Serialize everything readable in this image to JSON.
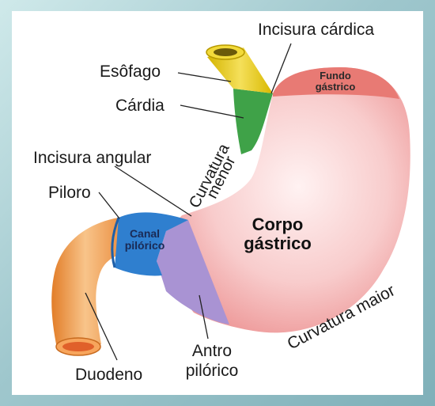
{
  "labels": {
    "esofago": "Esôfago",
    "cardia": "Cárdia",
    "incisura_cardica": "Incisura cárdica",
    "incisura_angular": "Incisura angular",
    "piloro": "Piloro",
    "duodeno": "Duodeno",
    "antro_line1": "Antro",
    "antro_line2": "pilórico",
    "curvatura_maior": "Curvatura maior",
    "curvatura_menor_line1": "Curvatura",
    "curvatura_menor_line2": "menor"
  },
  "regions": {
    "fundo_line1": "Fundo",
    "fundo_line2": "gástrico",
    "corpo_line1": "Corpo",
    "corpo_line2": "gástrico",
    "canal_line1": "Canal",
    "canal_line2": "pilórico"
  },
  "colors": {
    "esophagus": "#e8c81a",
    "cardia": "#3fa248",
    "fundus": "#e87a74",
    "body": "#f8c8c8",
    "antrum": "#a993d3",
    "pyloric_canal": "#2f7fcf",
    "duodenum": "#ef9a42"
  }
}
